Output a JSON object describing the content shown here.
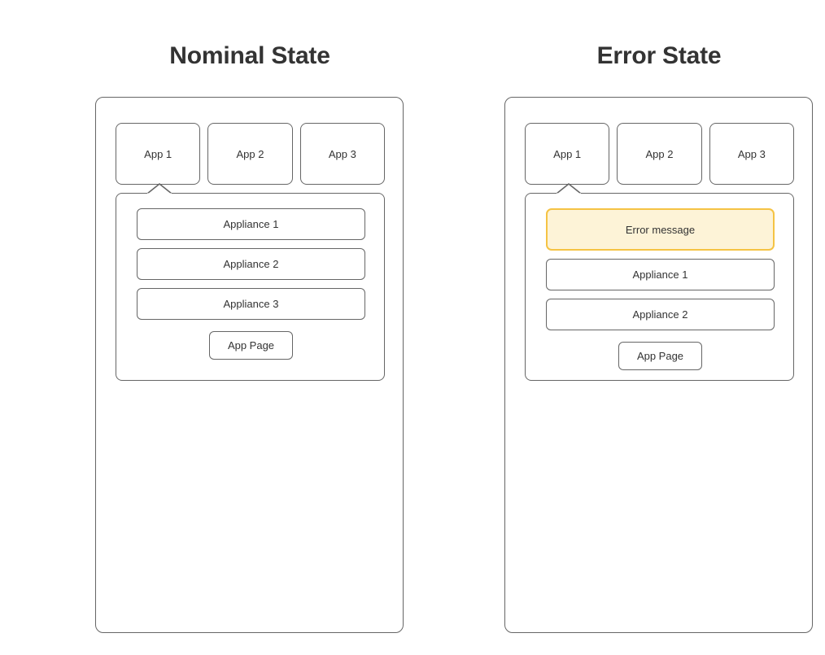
{
  "diagrams": [
    {
      "id": "nominal",
      "title": "Nominal State",
      "app_tabs": [
        {
          "label": "App 1",
          "selected": true
        },
        {
          "label": "App 2",
          "selected": false
        },
        {
          "label": "App 3",
          "selected": false
        }
      ],
      "panel": {
        "rows": [
          {
            "label": "Appliance 1",
            "kind": "appliance"
          },
          {
            "label": "Appliance 2",
            "kind": "appliance"
          },
          {
            "label": "Appliance 3",
            "kind": "appliance"
          }
        ],
        "button": {
          "label": "App Page"
        }
      }
    },
    {
      "id": "error",
      "title": "Error State",
      "app_tabs": [
        {
          "label": "App 1",
          "selected": true
        },
        {
          "label": "App 2",
          "selected": false
        },
        {
          "label": "App 3",
          "selected": false
        }
      ],
      "panel": {
        "rows": [
          {
            "label": "Error message",
            "kind": "error"
          },
          {
            "label": "Appliance 1",
            "kind": "appliance"
          },
          {
            "label": "Appliance 2",
            "kind": "appliance"
          }
        ],
        "button": {
          "label": "App Page"
        }
      }
    }
  ],
  "colors": {
    "stroke": "#666666",
    "text": "#333333",
    "title": "#333333",
    "background": "#ffffff",
    "error_border": "#f5c344",
    "error_fill": "#fdf3d7"
  }
}
